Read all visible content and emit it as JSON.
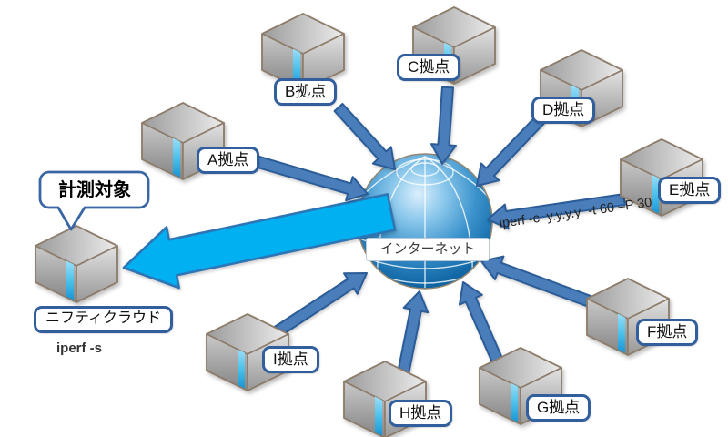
{
  "diagram": {
    "center_label": "インターネット",
    "measurement_callout": "計測対象",
    "target": {
      "name": "ニフティクラウド",
      "command": "iperf -s"
    },
    "client_command": "iperf -c  y.y.y.y  -t 60 –P 30",
    "sites": [
      {
        "id": "A",
        "label": "A拠点"
      },
      {
        "id": "B",
        "label": "B拠点"
      },
      {
        "id": "C",
        "label": "C拠点"
      },
      {
        "id": "D",
        "label": "D拠点"
      },
      {
        "id": "E",
        "label": "E拠点"
      },
      {
        "id": "F",
        "label": "F拠点"
      },
      {
        "id": "G",
        "label": "G拠点"
      },
      {
        "id": "H",
        "label": "H拠点"
      },
      {
        "id": "I",
        "label": "I拠点"
      }
    ],
    "colors": {
      "site_arrow": "#4a7ebb",
      "site_arrow_outline": "#2b5c97",
      "measurement_arrow": "#00b0f0",
      "measurement_arrow_outline": "#2e75b6",
      "label_border": "#315f9d",
      "globe_blue": "#1e7cb8"
    }
  }
}
